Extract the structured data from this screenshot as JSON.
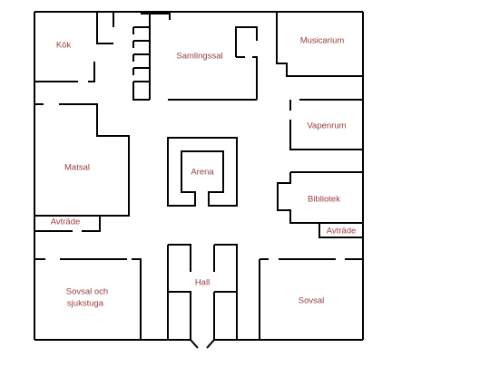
{
  "colors": {
    "wall": "#000000",
    "label": "#9a3b3b",
    "background": "#ffffff"
  },
  "rooms": {
    "kok": "Kök",
    "samlingssal": "Samlingssal",
    "musicarium": "Musicarium",
    "vapenrum": "Vapenrum",
    "matsal": "Matsal",
    "arena": "Arena",
    "bibliotek": "Bibliotek",
    "avtrade_left": "Avträde",
    "avtrade_right": "Avträde",
    "sovsal_sjukstuga_line1": "Sovsal och",
    "sovsal_sjukstuga_line2": "sjukstuga",
    "hall": "Hall",
    "sovsal": "Sovsal"
  }
}
